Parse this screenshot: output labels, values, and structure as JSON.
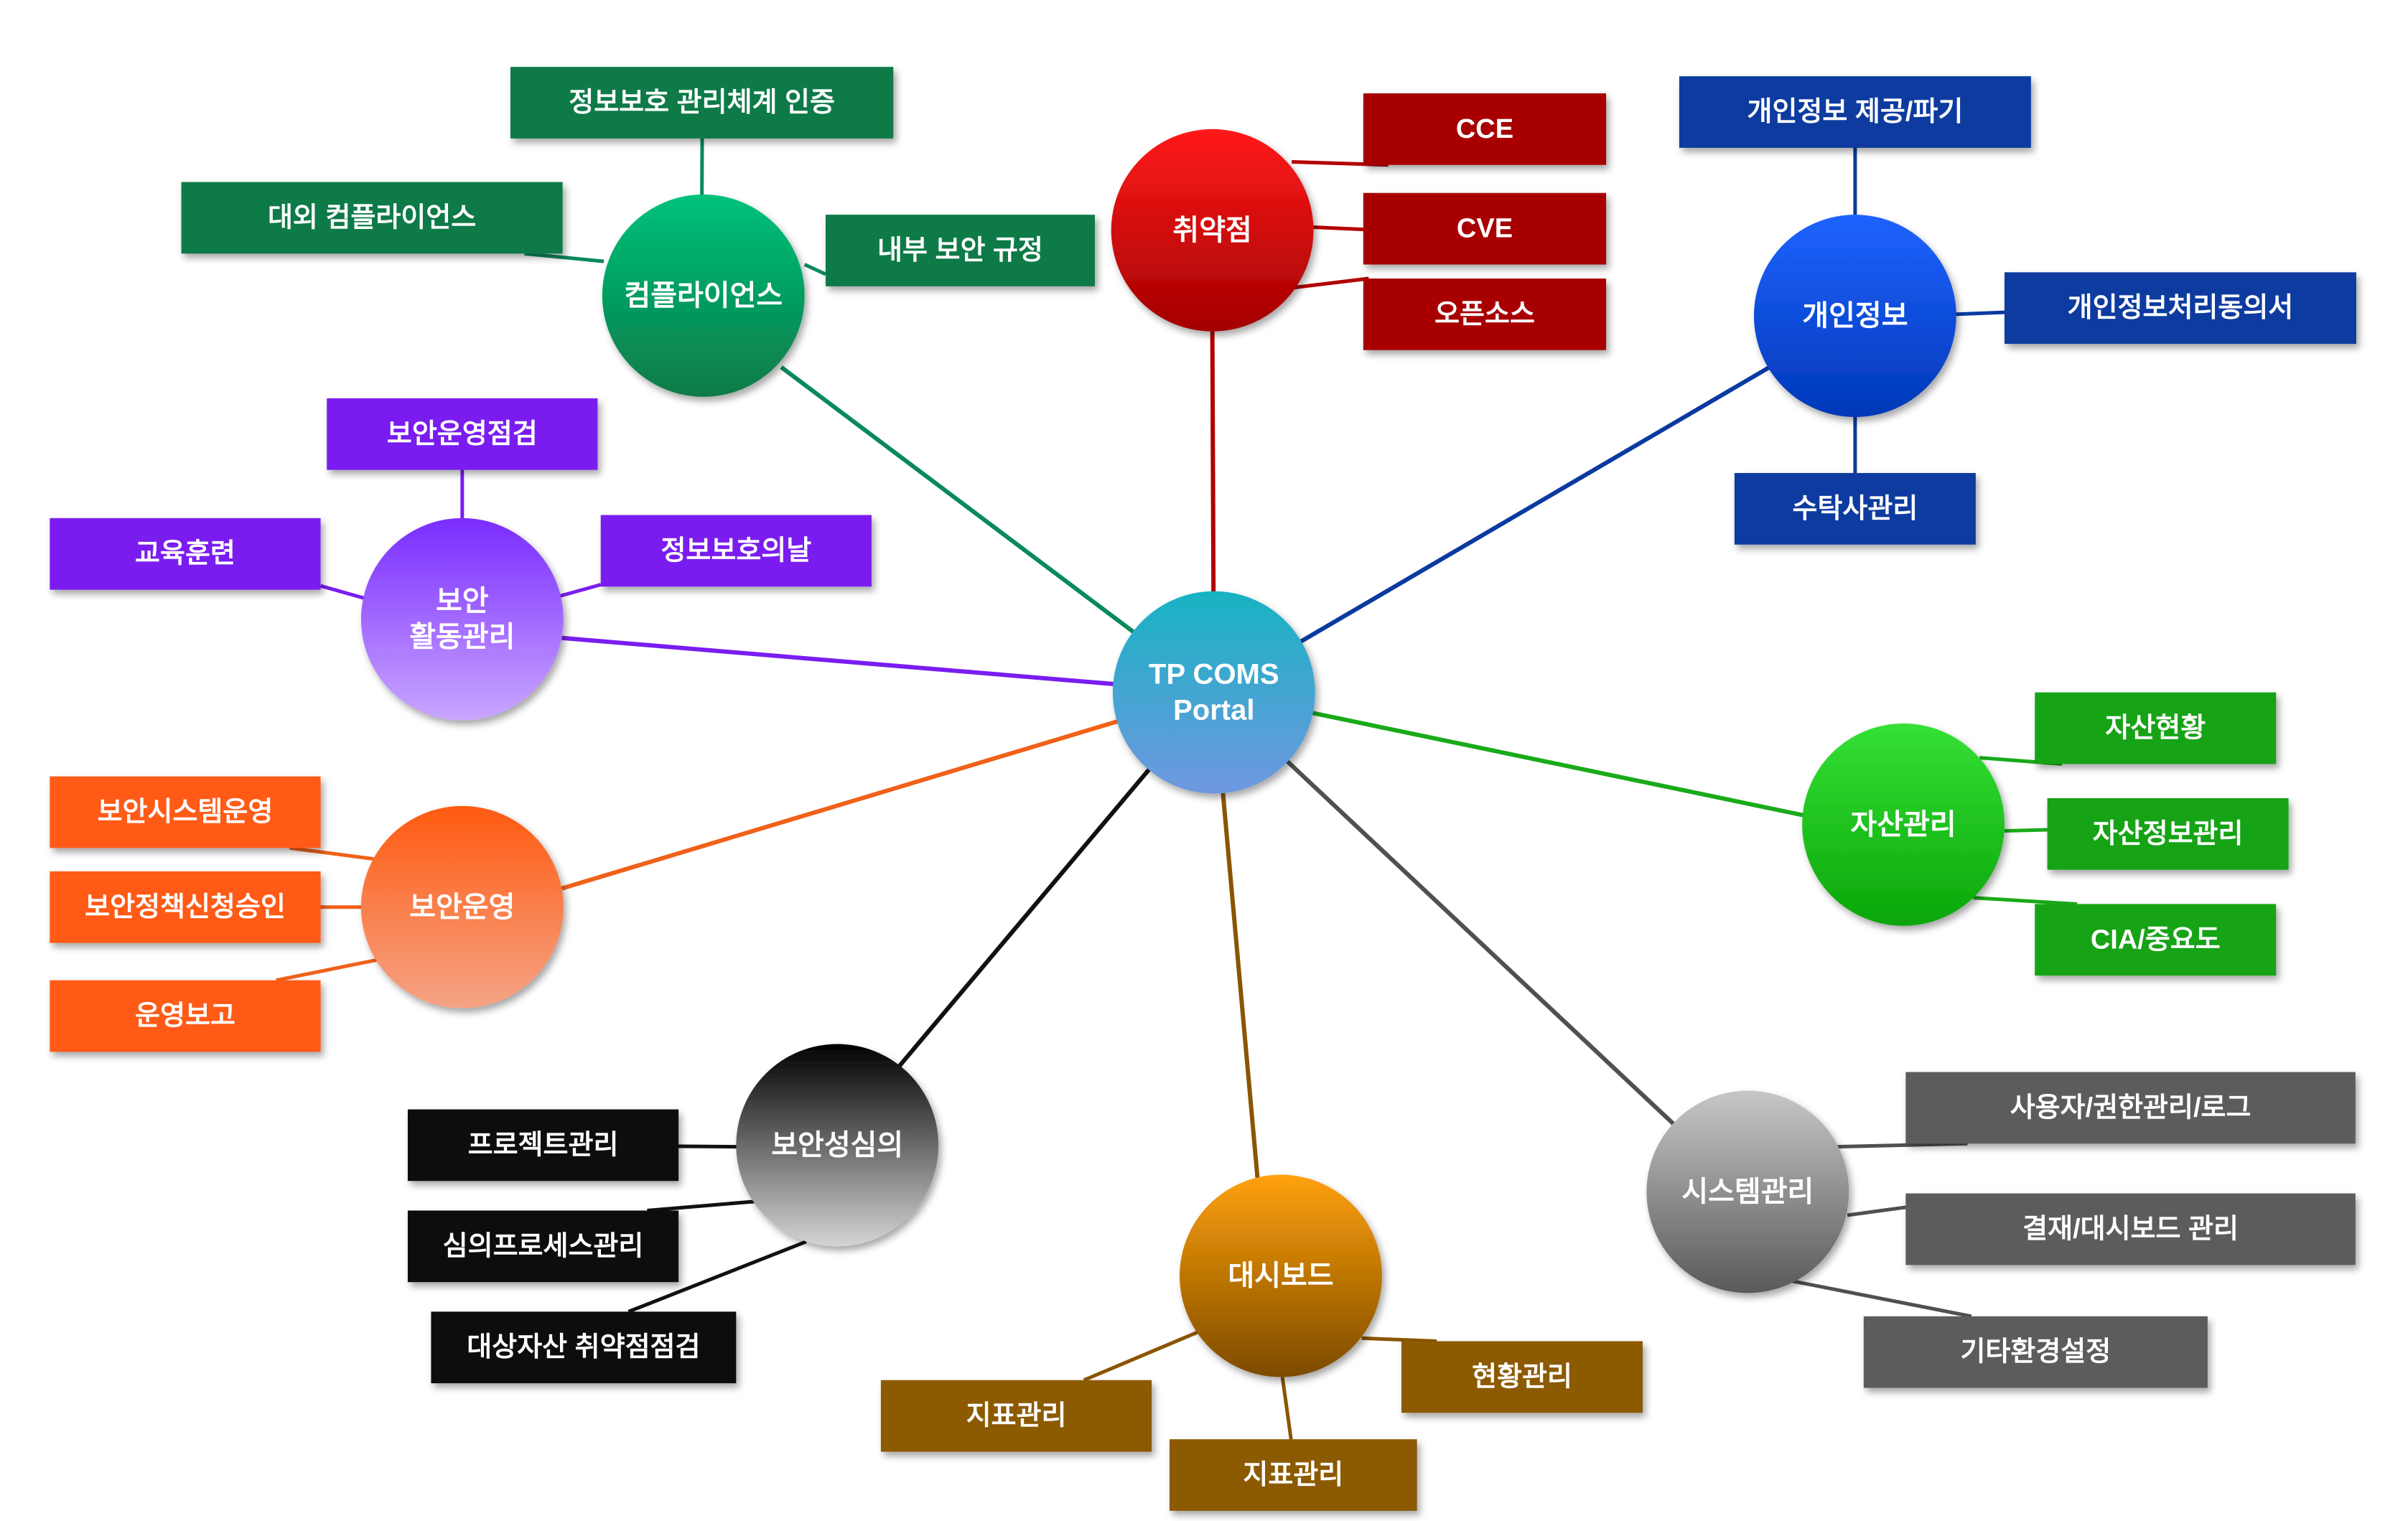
{
  "hub": {
    "label_lines": [
      "TP COMS",
      "Portal"
    ],
    "color_top": "#17b3c3",
    "color_bottom": "#6f98e0"
  },
  "categories": [
    {
      "key": "compliance",
      "label_lines": [
        "컴플라이언스"
      ],
      "color_top": "#00c27a",
      "color_bottom": "#0a7a48",
      "line_color": "#0a8a5a",
      "box_color": "#0b7a47",
      "items": [
        "정보보호 관리체계 인증",
        "대외 컴플라이언스",
        "내부 보안 규정"
      ]
    },
    {
      "key": "vulnerability",
      "label_lines": [
        "취약점"
      ],
      "color_top": "#ff1a1a",
      "color_bottom": "#a30000",
      "line_color": "#b20000",
      "box_color": "#a80000",
      "items": [
        "CCE",
        "CVE",
        "오픈소스"
      ]
    },
    {
      "key": "privacy",
      "label_lines": [
        "개인정보"
      ],
      "color_top": "#1f63ff",
      "color_bottom": "#0038b8",
      "line_color": "#0a3aa0",
      "box_color": "#0a3aa0",
      "items": [
        "개인정보 제공/파기",
        "개인정보처리동의서",
        "수탁사관리"
      ]
    },
    {
      "key": "activity",
      "label_lines": [
        "보안",
        "활동관리"
      ],
      "color_top": "#7a2cff",
      "color_bottom": "#c9a6ff",
      "line_color": "#7a1df0",
      "box_color": "#7a1df0",
      "items": [
        "보안운영점검",
        "교육훈련",
        "정보보호의날"
      ]
    },
    {
      "key": "asset",
      "label_lines": [
        "자산관리"
      ],
      "color_top": "#35e035",
      "color_bottom": "#0aa60a",
      "line_color": "#1aaa1a",
      "box_color": "#17a317",
      "items": [
        "자산현황",
        "자산정보관리",
        "CIA/중요도"
      ]
    },
    {
      "key": "operation",
      "label_lines": [
        "보안운영"
      ],
      "color_top": "#ff5a10",
      "color_bottom": "#f5a486",
      "line_color": "#f0611a",
      "box_color": "#ff5a14",
      "items": [
        "보안시스템운영",
        "보안정책신청승인",
        "운영보고"
      ]
    },
    {
      "key": "system",
      "label_lines": [
        "시스템관리"
      ],
      "color_top": "#c6c6c6",
      "color_bottom": "#5a5a5a",
      "line_color": "#505050",
      "box_color": "#5c5c5c",
      "items": [
        "사용자/권한관리/로그",
        "결재/대시보드 관리",
        "기타환경설정"
      ]
    },
    {
      "key": "review",
      "label_lines": [
        "보안성심의"
      ],
      "color_top": "#000000",
      "color_bottom": "#d4d4d4",
      "line_color": "#111111",
      "box_color": "#111111",
      "items": [
        "프로젝트관리",
        "심의프로세스관리",
        "대상자산 취약점점검"
      ]
    },
    {
      "key": "dashboard",
      "label_lines": [
        "대시보드"
      ],
      "color_top": "#ffa10a",
      "color_bottom": "#7d4a00",
      "line_color": "#8a5500",
      "box_color": "#8c5a05",
      "items": [
        "지표관리",
        "지표관리",
        "현황관리"
      ]
    }
  ]
}
